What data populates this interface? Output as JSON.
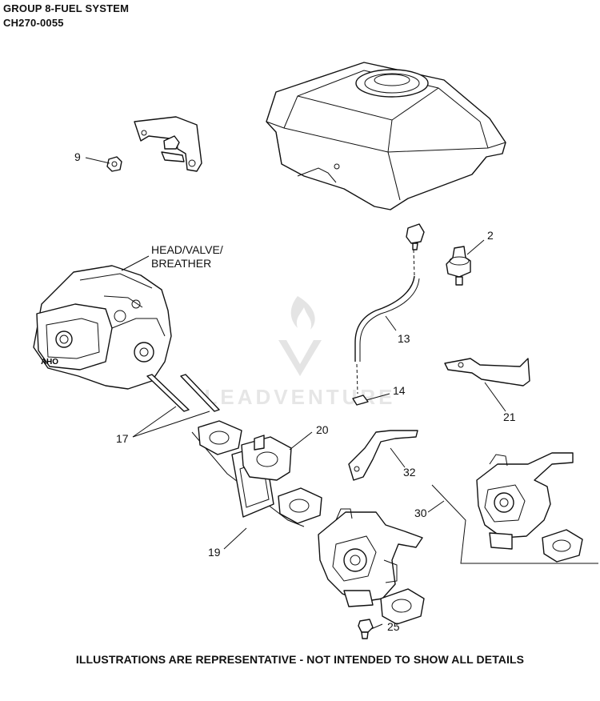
{
  "header": {
    "group_title": "GROUP 8-FUEL SYSTEM",
    "model_code": "CH270-0055"
  },
  "callouts": {
    "c2": "2",
    "c9": "9",
    "c13": "13",
    "c14": "14",
    "c17": "17",
    "c19": "19",
    "c20": "20",
    "c21": "21",
    "c25": "25",
    "c30": "30",
    "c32": "32",
    "head_label": "HEAD/VALVE/\nBREATHER"
  },
  "watermark": {
    "text": "LEADVENTURE"
  },
  "engine_badge": {
    "text": "OHV"
  },
  "footer": {
    "disclaimer": "ILLUSTRATIONS ARE REPRESENTATIVE - NOT INTENDED TO SHOW ALL DETAILS"
  }
}
